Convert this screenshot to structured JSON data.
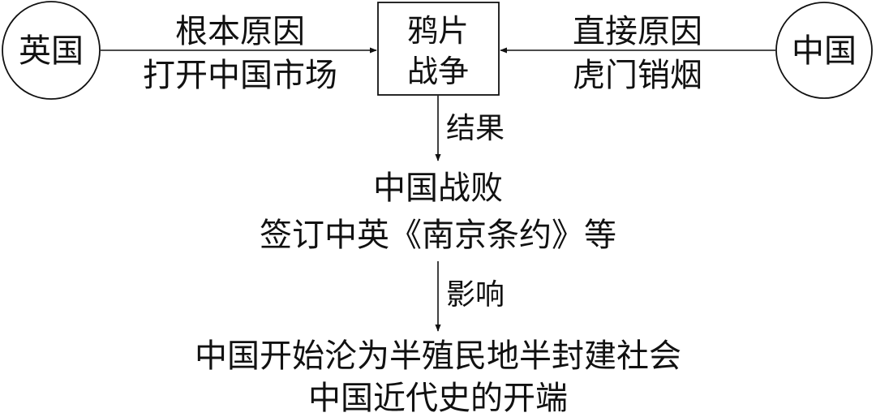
{
  "nodes": {
    "britain": "英国",
    "china": "中国",
    "war_line1": "鸦片",
    "war_line2": "战争"
  },
  "edges": {
    "root_cause_label": "根本原因",
    "root_cause_detail": "打开中国市场",
    "direct_cause_label": "直接原因",
    "direct_cause_detail": "虎门销烟",
    "result_label": "结果",
    "impact_label": "影响"
  },
  "outcomes": {
    "result_line1": "中国战败",
    "result_line2": "签订中英《南京条约》等",
    "impact_line1": "中国开始沦为半殖民地半封建社会",
    "impact_line2": "中国近代史的开端"
  },
  "colors": {
    "ink": "#111111",
    "background": "#ffffff"
  }
}
